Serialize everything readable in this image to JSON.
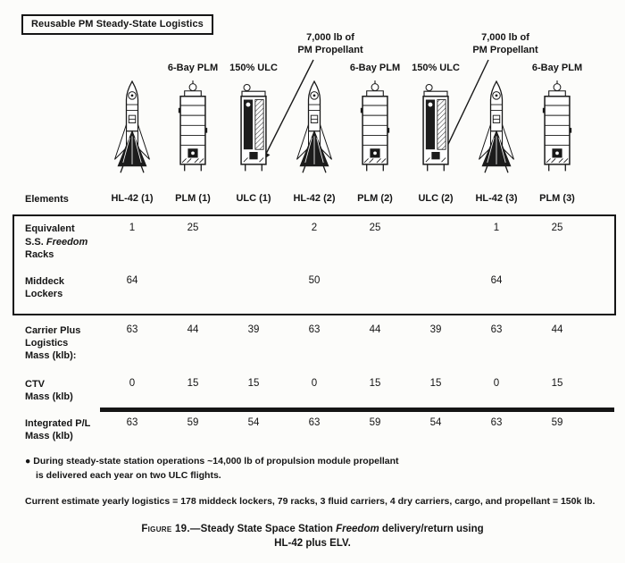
{
  "header": {
    "box_title": "Reusable PM Steady-State Logistics"
  },
  "annotations": {
    "prop1_line1": "7,000 lb of",
    "prop1_line2": "PM Propellant",
    "prop2_line1": "7,000 lb of",
    "prop2_line2": "PM Propellant"
  },
  "columns": [
    {
      "top_label": "",
      "vehicle": "hl42",
      "element": "HL-42 (1)",
      "racks": "1",
      "lockers": "64",
      "carrier": "63",
      "ctv": "0",
      "integrated": "63"
    },
    {
      "top_label": "6-Bay PLM",
      "vehicle": "plm",
      "element": "PLM (1)",
      "racks": "25",
      "lockers": "",
      "carrier": "44",
      "ctv": "15",
      "integrated": "59"
    },
    {
      "top_label": "150% ULC",
      "vehicle": "ulc",
      "element": "ULC (1)",
      "racks": "",
      "lockers": "",
      "carrier": "39",
      "ctv": "15",
      "integrated": "54"
    },
    {
      "top_label": "",
      "vehicle": "hl42",
      "element": "HL-42 (2)",
      "racks": "2",
      "lockers": "50",
      "carrier": "63",
      "ctv": "0",
      "integrated": "63"
    },
    {
      "top_label": "6-Bay PLM",
      "vehicle": "plm",
      "element": "PLM (2)",
      "racks": "25",
      "lockers": "",
      "carrier": "44",
      "ctv": "15",
      "integrated": "59"
    },
    {
      "top_label": "150% ULC",
      "vehicle": "ulc",
      "element": "ULC (2)",
      "racks": "",
      "lockers": "",
      "carrier": "39",
      "ctv": "15",
      "integrated": "54"
    },
    {
      "top_label": "",
      "vehicle": "hl42",
      "element": "HL-42 (3)",
      "racks": "1",
      "lockers": "64",
      "carrier": "63",
      "ctv": "0",
      "integrated": "63"
    },
    {
      "top_label": "6-Bay PLM",
      "vehicle": "plm",
      "element": "PLM (3)",
      "racks": "25",
      "lockers": "",
      "carrier": "44",
      "ctv": "15",
      "integrated": "59"
    }
  ],
  "rows": {
    "elements_label": "Elements",
    "racks": {
      "line1": "Equivalent",
      "line2_pre": "S.S. ",
      "line2_italic": "Freedom",
      "line2_post": " Racks"
    },
    "lockers": {
      "line1": "Middeck",
      "line2": "Lockers"
    },
    "carrier": {
      "line1": "Carrier Plus",
      "line2": "Logistics",
      "line3": "Mass (klb):"
    },
    "ctv": {
      "line1": "CTV",
      "line2": "Mass (klb)"
    },
    "integrated": {
      "line1": "Integrated P/L",
      "line2": "Mass (klb)"
    }
  },
  "notes": {
    "bullet_marker": "●",
    "bullet_line1": "During steady-state station operations ~14,000 lb of propulsion module propellant",
    "bullet_line2": "is delivered each year on two ULC flights.",
    "estimate": "Current estimate yearly logistics = 178 middeck lockers, 79 racks, 3 fluid carriers, 4 dry carriers, cargo, and propellant = 150k lb."
  },
  "caption": {
    "figno": "Figure 19.—",
    "line1_text": "Steady State Space Station ",
    "line1_italic": "Freedom",
    "line1_rest": " delivery/return using",
    "line2": "HL-42 plus ELV."
  }
}
